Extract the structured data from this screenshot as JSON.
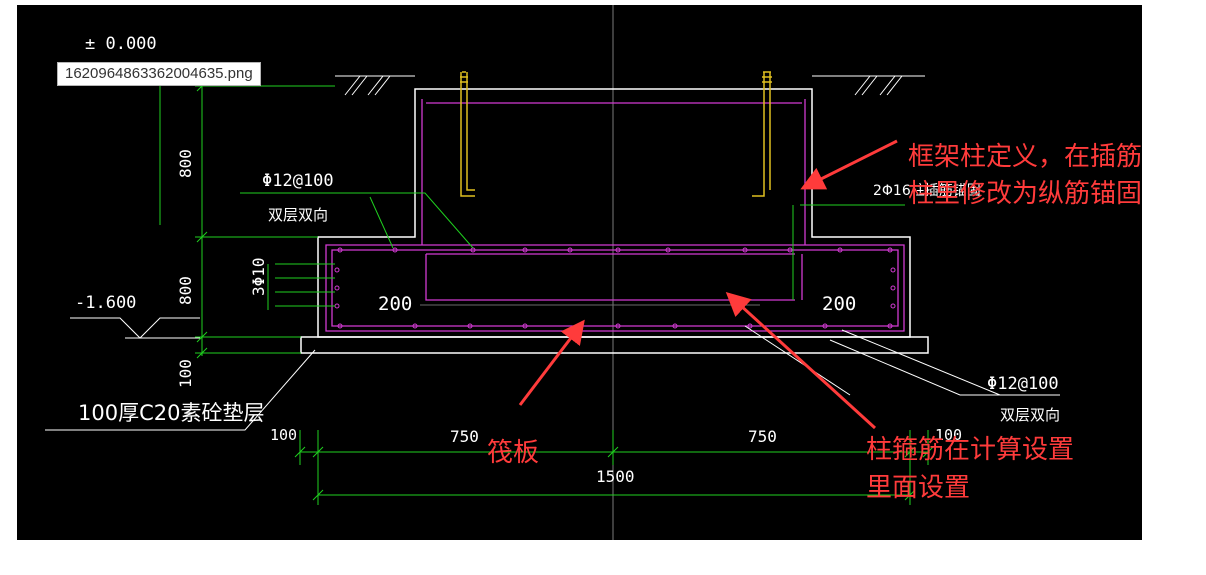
{
  "image_tag": {
    "filename": "1620964863362004635.png"
  },
  "drawing": {
    "background": "#000000",
    "elevation_top": "± 0.000",
    "elevation_bottom": "-1.600",
    "dims": {
      "top_height": "800",
      "bottom_height": "800",
      "cushion_height": "100",
      "left_offset": "100",
      "half_left": "750",
      "half_right": "750",
      "right_offset": "100",
      "total": "1500",
      "inner_left": "200",
      "inner_right": "200"
    },
    "rebar": {
      "top_label": "Φ12@100",
      "top_note": "双层双向",
      "side_label": "3Φ10",
      "bottom_label": "Φ12@100",
      "bottom_note": "双层双向",
      "column_label": "2Φ16柱插筋锚固"
    },
    "cushion_label": "100厚C20素砼垫层"
  },
  "annotations": {
    "color": "#ff3b3b",
    "column_definition_1": "框架柱定义，在插筋",
    "column_definition_2": "柱里修改为纵筋锚固",
    "raft": "筏板",
    "stirrup_1": "柱箍筋在计算设置",
    "stirrup_2": "里面设置"
  }
}
